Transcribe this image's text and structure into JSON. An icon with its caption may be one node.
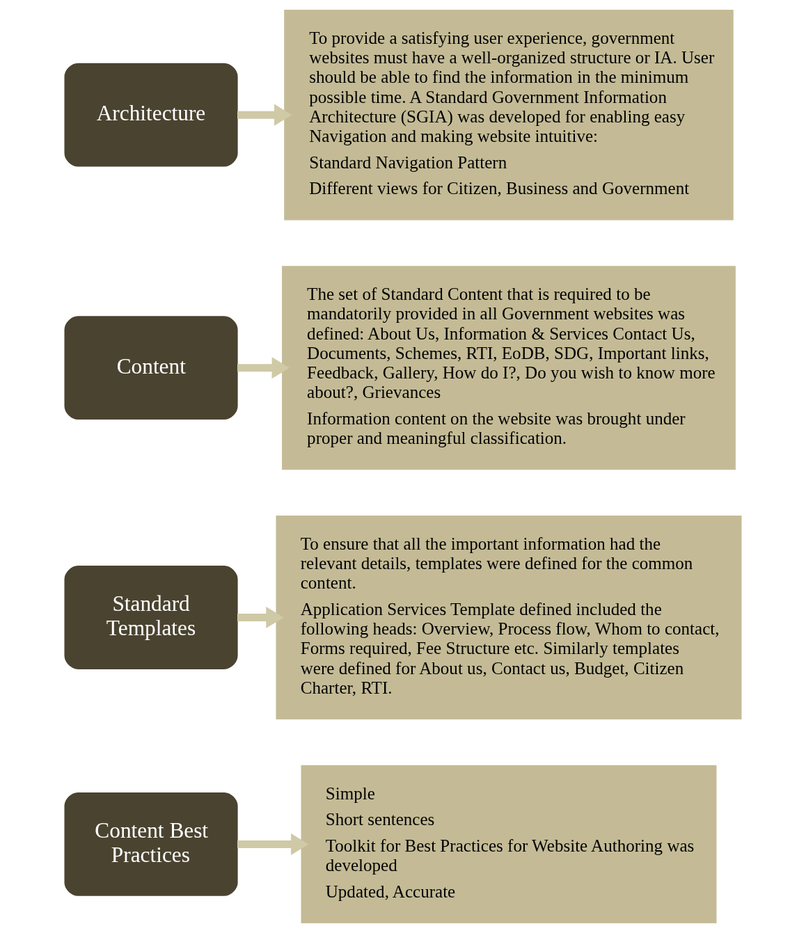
{
  "diagram": {
    "nodes": [
      {
        "text": [
          "Architecture"
        ]
      },
      {
        "text": [
          "To provide a satisfying user experience, government websites must have a well-organized structure or IA. User should be able to find the information in the minimum possible time. A Standard Government Information Architecture (SGIA) was developed for enabling easy Navigation and making website intuitive:",
          "Standard Navigation Pattern",
          "Different views for Citizen, Business and Government"
        ]
      },
      {
        "text": [
          "Content"
        ]
      },
      {
        "text": [
          "The set of Standard Content that is required to be mandatorily provided in all Government websites was defined: About Us, Information & Services Contact Us, Documents, Schemes, RTI, EoDB, SDG, Important links, Feedback, Gallery, How do I?, Do you wish to know more about?, Grievances",
          "Information content on the website was brought under proper and meaningful classification."
        ]
      },
      {
        "text": [
          "Standard Templates"
        ]
      },
      {
        "text": [
          "To ensure that all the important information had the relevant details, templates were defined for the common content.",
          "Application Services Template defined included the following heads: Overview, Process flow, Whom to contact, Forms required, Fee Structure etc. Similarly templates were defined for About us, Contact us, Budget, Citizen Charter, RTI."
        ]
      },
      {
        "text": [
          "Content Best Practices"
        ]
      },
      {
        "text": [
          "Simple",
          "Short sentences",
          "Toolkit for Best Practices for Website Authoring was developed",
          "Updated, Accurate"
        ]
      }
    ],
    "edges": [
      {
        "from": 0,
        "to": 1,
        "arrow": "to"
      },
      {
        "from": 2,
        "to": 3,
        "arrow": "to"
      },
      {
        "from": 4,
        "to": 5,
        "arrow": "to"
      },
      {
        "from": 6,
        "to": 7,
        "arrow": "to"
      }
    ]
  }
}
